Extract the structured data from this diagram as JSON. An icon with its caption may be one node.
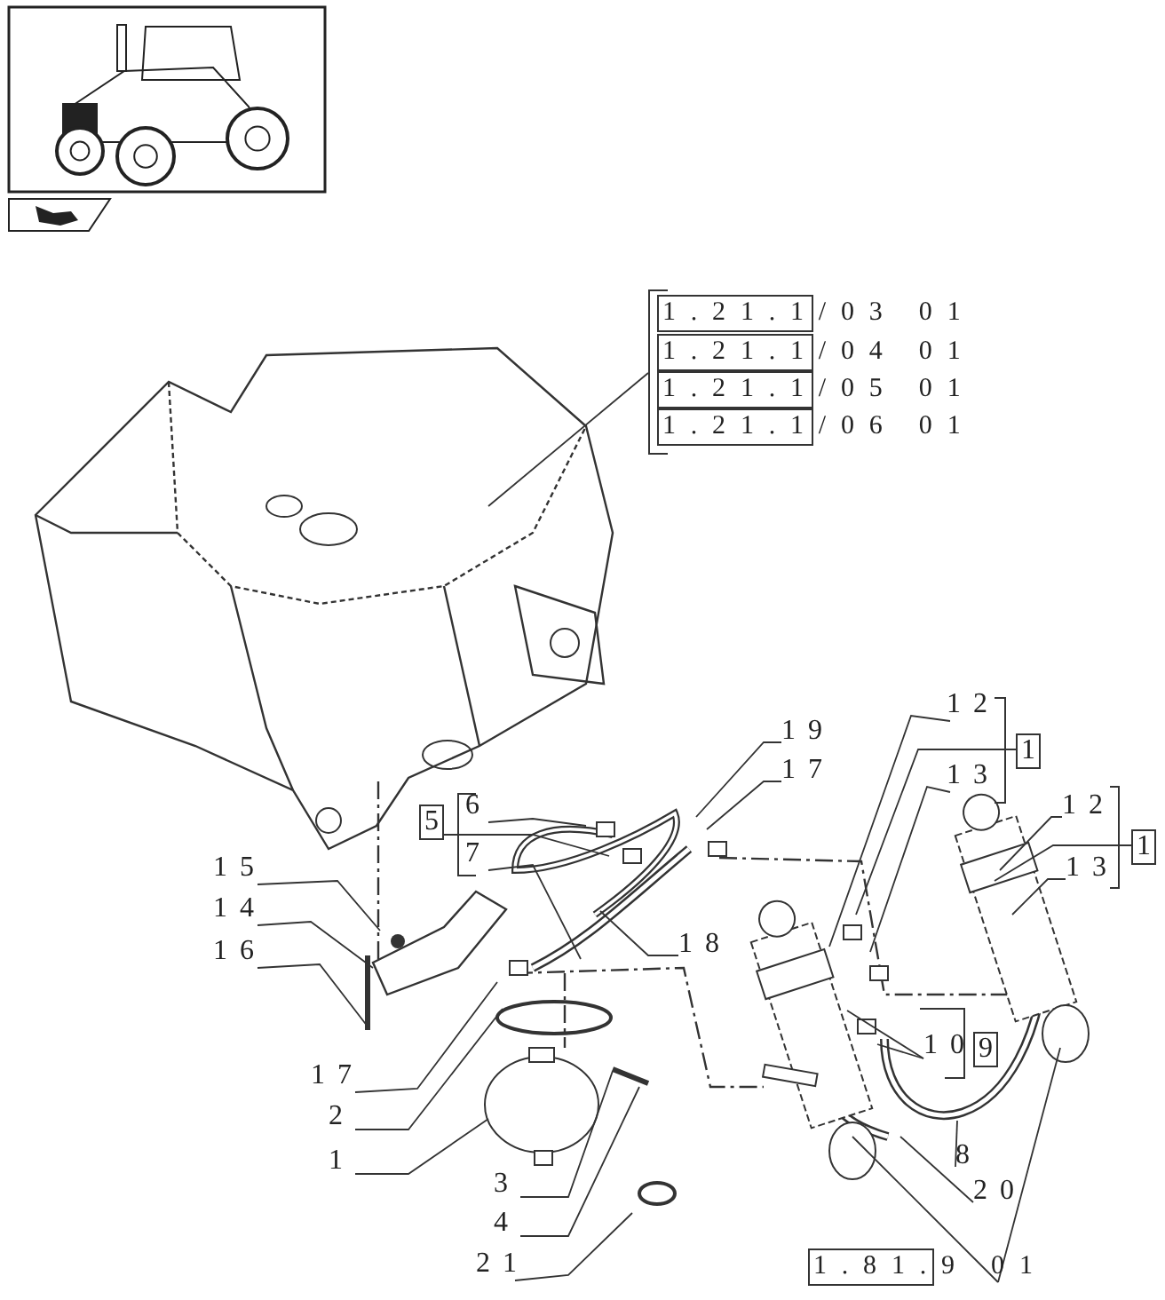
{
  "diagram": {
    "nodes": [
      {
        "text": [],
        "shape": "bracket"
      },
      {
        "text": [
          "1.21.1/03 01"
        ],
        "in": 0
      },
      {
        "text": [
          "1.21.1/04 01"
        ],
        "in": 0
      },
      {
        "text": [
          "1.21.1/05 01"
        ],
        "in": 0
      },
      {
        "text": [
          "1.21.1/06 01"
        ],
        "in": 0
      },
      {
        "text": [
          "15"
        ]
      },
      {
        "text": [
          "14"
        ]
      },
      {
        "text": [
          "16"
        ]
      },
      {
        "text": [
          "6"
        ]
      },
      {
        "text": [
          "5"
        ]
      },
      {
        "text": [
          "7"
        ]
      },
      {
        "text": [
          "19"
        ]
      },
      {
        "text": [
          "17"
        ]
      },
      {
        "text": [
          "18"
        ]
      },
      {
        "text": [
          "12"
        ]
      },
      {
        "text": [
          "1"
        ]
      },
      {
        "text": [
          "13"
        ]
      },
      {
        "text": [
          "12"
        ]
      },
      {
        "text": [
          "1"
        ]
      },
      {
        "text": [
          "13"
        ]
      },
      {
        "text": [
          "17"
        ]
      },
      {
        "text": [
          "2"
        ]
      },
      {
        "text": [
          "1"
        ]
      },
      {
        "text": [
          "3"
        ]
      },
      {
        "text": [
          "4"
        ]
      },
      {
        "text": [
          "21"
        ]
      },
      {
        "text": [
          "10"
        ]
      },
      {
        "text": [
          "8"
        ]
      },
      {
        "text": [
          "20"
        ]
      },
      {
        "text": [
          "1.81.9 01"
        ]
      },
      {
        "text": [
          "9"
        ]
      }
    ],
    "edges": [
      {
        "from": 0,
        "to": null,
        "arrow": "none"
      },
      {
        "from": 5,
        "to": null,
        "arrow": "none"
      },
      {
        "from": 6,
        "to": null,
        "arrow": "none"
      },
      {
        "from": 7,
        "to": null,
        "arrow": "none"
      },
      {
        "from": 8,
        "to": null,
        "arrow": "none"
      },
      {
        "from": 9,
        "to": null,
        "arrow": "none"
      },
      {
        "from": 10,
        "to": null,
        "arrow": "none"
      },
      {
        "from": 11,
        "to": null,
        "arrow": "none"
      },
      {
        "from": 12,
        "to": null,
        "arrow": "none"
      },
      {
        "from": 13,
        "to": null,
        "arrow": "none"
      },
      {
        "from": 14,
        "to": null,
        "arrow": "none"
      },
      {
        "from": 15,
        "to": null,
        "arrow": "none"
      },
      {
        "from": 16,
        "to": null,
        "arrow": "none"
      },
      {
        "from": 17,
        "to": null,
        "arrow": "none"
      },
      {
        "from": 18,
        "to": null,
        "arrow": "none"
      },
      {
        "from": 19,
        "to": null,
        "arrow": "none"
      },
      {
        "from": 20,
        "to": null,
        "arrow": "none"
      },
      {
        "from": 21,
        "to": null,
        "arrow": "none"
      },
      {
        "from": 22,
        "to": null,
        "arrow": "none"
      },
      {
        "from": 23,
        "to": null,
        "arrow": "none"
      },
      {
        "from": 24,
        "to": null,
        "arrow": "none"
      },
      {
        "from": 25,
        "to": null,
        "arrow": "none"
      },
      {
        "from": 26,
        "to": null,
        "arrow": "none"
      },
      {
        "from": 26,
        "to": null,
        "arrow": "none"
      },
      {
        "from": 27,
        "to": null,
        "arrow": "none"
      },
      {
        "from": 28,
        "to": null,
        "arrow": "none"
      },
      {
        "from": 29,
        "to": null,
        "arrow": "none"
      },
      {
        "from": 29,
        "to": null,
        "arrow": "none"
      }
    ]
  }
}
